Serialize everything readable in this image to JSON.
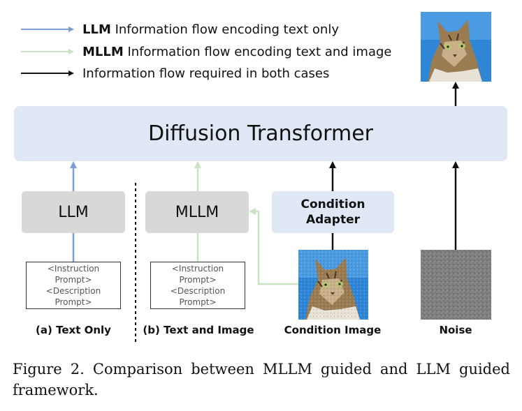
{
  "legend": [
    {
      "bold": "LLM",
      "text": " Information flow encoding text only",
      "color": "#7b9fd4"
    },
    {
      "bold": "MLLM",
      "text": " Information flow encoding text and image",
      "color": "#c7e3c2"
    },
    {
      "bold": "",
      "text": "Information flow required in both cases",
      "color": "#111111"
    }
  ],
  "diffusion_transformer": "Diffusion Transformer",
  "llm_box": "LLM",
  "mllm_box": "MLLM",
  "condition_adapter": {
    "line1": "Condition",
    "line2": "Adapter"
  },
  "prompt_a": {
    "line1": "<Instruction",
    "line2": "Prompt>",
    "line3": "<Description",
    "line4": "Prompt>"
  },
  "prompt_b": {
    "line1": "<Instruction",
    "line2": "Prompt>",
    "line3": "<Description",
    "line4": "Prompt>"
  },
  "labels": {
    "text_only": "(a) Text Only",
    "text_and_image": "(b) Text and Image",
    "condition_image": "Condition Image",
    "noise": "Noise"
  },
  "caption": "Figure 2. Comparison between MLLM guided and LLM guided framework.",
  "colors": {
    "llm_arrow": "#7b9fd4",
    "mllm_arrow": "#c7e3c2",
    "both_arrow": "#111111",
    "dit_fill": "#dfe8f4",
    "box_gray": "#d8d8d8",
    "sky": "#2f86d6",
    "noise": "#808080"
  }
}
